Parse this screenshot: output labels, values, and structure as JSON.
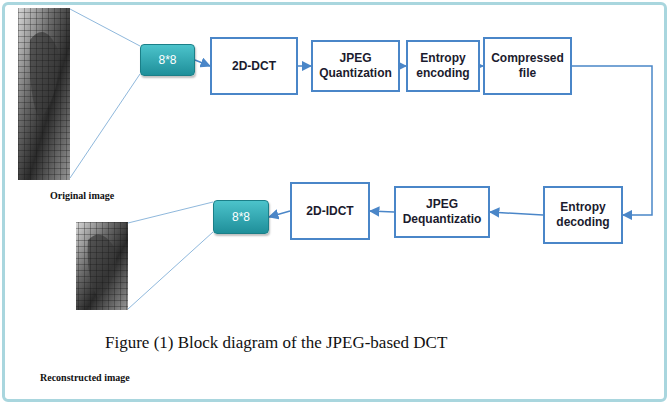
{
  "diagram": {
    "caption": "Figure (1) Block diagram of the JPEG-based DCT",
    "nodes": [
      {
        "text": [
          "8*8"
        ]
      },
      {
        "text": [
          "2D-DCT"
        ]
      },
      {
        "text": [
          "JPEG Quantization"
        ]
      },
      {
        "text": [
          "Entropy encoding"
        ]
      },
      {
        "text": [
          "Compressed file"
        ]
      },
      {
        "text": [
          "Entropy decoding"
        ]
      },
      {
        "text": [
          "JPEG Dequantizatio"
        ]
      },
      {
        "text": [
          "2D-IDCT"
        ]
      },
      {
        "text": [
          "8*8"
        ]
      }
    ],
    "edges": [
      {
        "from": 0,
        "to": 1,
        "arrow": "to"
      },
      {
        "from": 1,
        "to": 2,
        "arrow": "to"
      },
      {
        "from": 2,
        "to": 3,
        "arrow": "to"
      },
      {
        "from": 3,
        "to": 4,
        "arrow": "to"
      },
      {
        "from": 4,
        "to": 5,
        "arrow": "to"
      },
      {
        "from": 5,
        "to": 6,
        "arrow": "to"
      },
      {
        "from": 6,
        "to": 7,
        "arrow": "to"
      },
      {
        "from": 7,
        "to": 8,
        "arrow": "to"
      }
    ],
    "labels": [
      "Original image",
      "Reconstructed image"
    ]
  }
}
